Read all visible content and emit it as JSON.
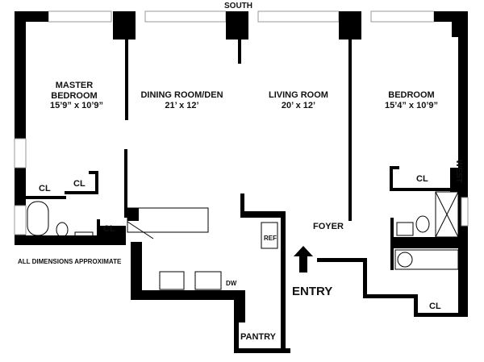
{
  "title": "Apartment Floor Plan",
  "orientation": {
    "south": "SOUTH",
    "west": "WEST"
  },
  "rooms": {
    "master_bedroom": {
      "name_line1": "MASTER",
      "name_line2": "BEDROOM",
      "dimensions": "15’9” x 10’9”"
    },
    "dining_room": {
      "name": "DINING ROOM/DEN",
      "dimensions": "21’  x 12’"
    },
    "living_room": {
      "name": "LIVING ROOM",
      "dimensions": "20’ x 12’"
    },
    "bedroom": {
      "name": "BEDROOM",
      "dimensions": "15’4” x 10’9”"
    },
    "foyer": {
      "name": "FOYER"
    },
    "entry": {
      "name": "ENTRY"
    },
    "pantry": {
      "name": "PANTRY"
    }
  },
  "closets": {
    "master_cl_1": "CL",
    "master_cl_2": "CL",
    "hall_cl": "CL",
    "bedroom_cl": "CL",
    "entry_cl": "CL"
  },
  "appliances": {
    "refrigerator": "REF",
    "dishwasher": "DW"
  },
  "note": "ALL DIMENSIONS APPROXIMATE",
  "colors": {
    "wall": "#000000",
    "background": "#ffffff",
    "window": "#cccccc"
  }
}
